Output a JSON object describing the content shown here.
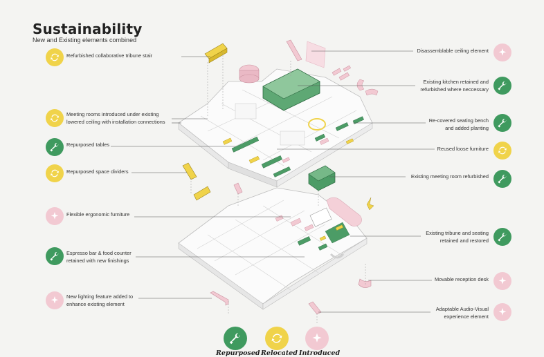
{
  "header": {
    "title": "Sustainability",
    "subtitle": "New and Existing elements combined"
  },
  "left_labels": [
    {
      "text": "Refurbished collaborative tribune stair",
      "icon": "relocated-icon"
    },
    {
      "text": "Meeting rooms introduced under existing\nlowered ceiling with installation connections",
      "icon": "relocated-icon"
    },
    {
      "text": "Repurposed tables",
      "icon": "repurposed-icon"
    },
    {
      "text": "Repurposed space dividers",
      "icon": "relocated-icon"
    },
    {
      "text": "Flexible ergonomic furniture",
      "icon": "introduced-icon"
    },
    {
      "text": "Espresso bar & food counter\nretained with new finishings",
      "icon": "repurposed-icon"
    },
    {
      "text": "New lighting feature added to\nenhance existing element",
      "icon": "introduced-icon"
    }
  ],
  "right_labels": [
    {
      "text": "Disassemblable ceiling element",
      "icon": "introduced-icon"
    },
    {
      "text": "Existing kitchen retained and\nrefurbished where neccessary",
      "icon": "repurposed-icon"
    },
    {
      "text": "Re-covered seating bench\nand added planting",
      "icon": "repurposed-icon"
    },
    {
      "text": "Reused loose furniture",
      "icon": "relocated-icon"
    },
    {
      "text": "Existing meeting room refurbished",
      "icon": "repurposed-icon"
    },
    {
      "text": "Existing tribune and seating\nretained and restored",
      "icon": "repurposed-icon"
    },
    {
      "text": "Movable reception desk",
      "icon": "introduced-icon"
    },
    {
      "text": "Adaptable Audio-Visual\nexperience element",
      "icon": "introduced-icon"
    }
  ],
  "legend": [
    {
      "label": "Repurposed",
      "icon": "wrench-icon",
      "color": "#3f9a5f"
    },
    {
      "label": "Relocated",
      "icon": "cycle-arrows-icon",
      "color": "#f0d34a"
    },
    {
      "label": "Introduced",
      "icon": "sparkle-icon",
      "color": "#f2c9d2"
    }
  ],
  "colors": {
    "repurposed": "#3f9a5f",
    "relocated": "#f0d34a",
    "introduced": "#f2c9d2"
  }
}
